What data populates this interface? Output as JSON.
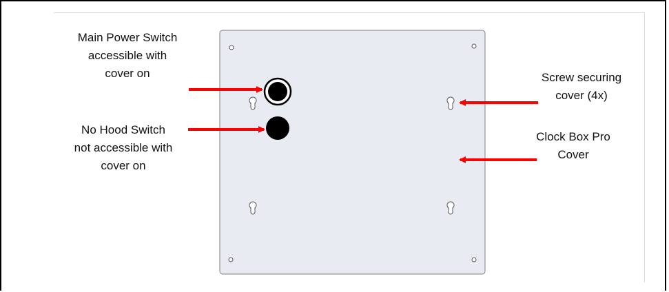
{
  "labels": {
    "main_power": [
      "Main Power Switch",
      "accessible with",
      "cover on"
    ],
    "no_hood": [
      "No Hood Switch",
      "not accessible with",
      "cover on"
    ],
    "screw": [
      "Screw securing",
      "cover (4x)"
    ],
    "cover": [
      "Clock Box Pro",
      "Cover"
    ]
  },
  "colors": {
    "arrow": "#ff0000",
    "panel_fill": "#e9ebf2",
    "panel_stroke": "#7f7f7f",
    "switch": "#000000"
  }
}
